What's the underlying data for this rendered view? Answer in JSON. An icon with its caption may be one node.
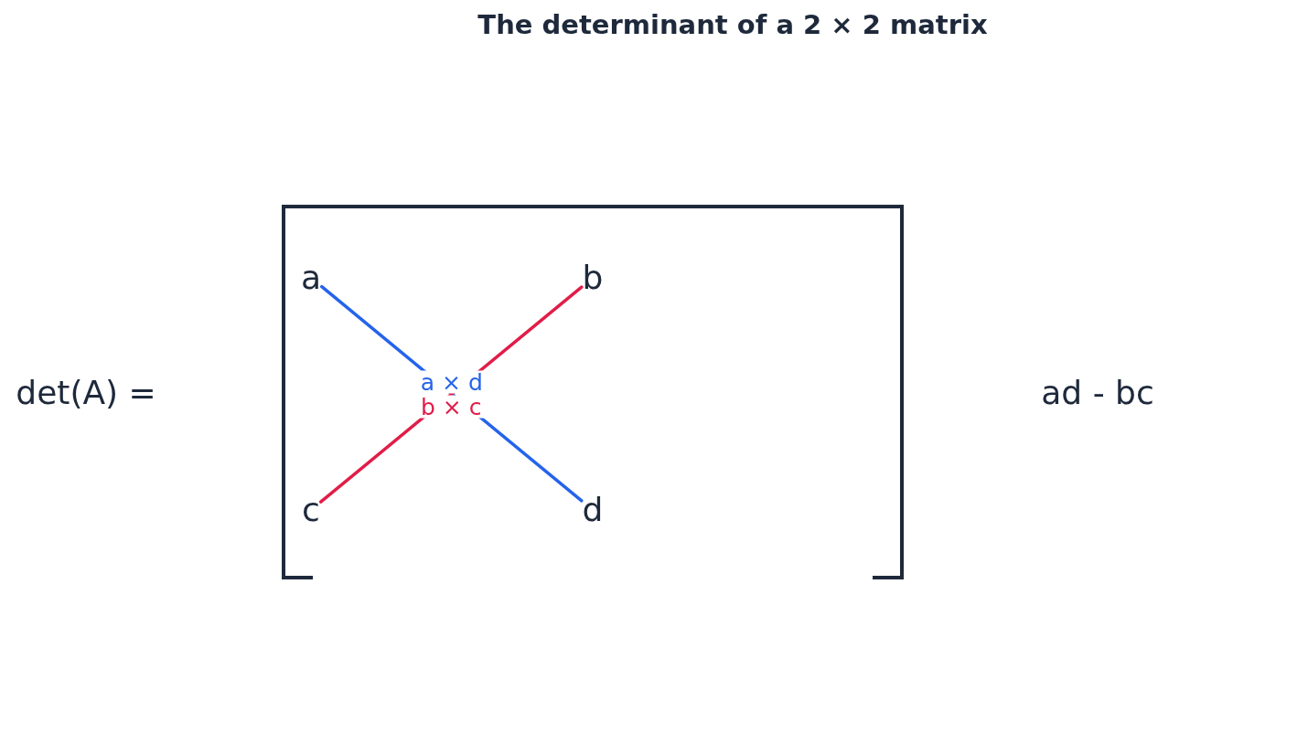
{
  "diagram": {
    "title": "The determinant of a 2 × 2 matrix",
    "nodes": [
      {
        "text": [
          "a"
        ]
      },
      {
        "text": [
          "b"
        ]
      },
      {
        "text": [
          "c"
        ]
      },
      {
        "text": [
          "d"
        ]
      }
    ],
    "edges": [
      {
        "from": 0,
        "to": 3,
        "arrow": "none",
        "label": "a × d",
        "color": "#2563eb"
      },
      {
        "from": 1,
        "to": 2,
        "arrow": "none",
        "label": "b × c",
        "color": "#e11d48"
      }
    ],
    "labels": [
      "det(A) =",
      "ad - bc"
    ]
  }
}
